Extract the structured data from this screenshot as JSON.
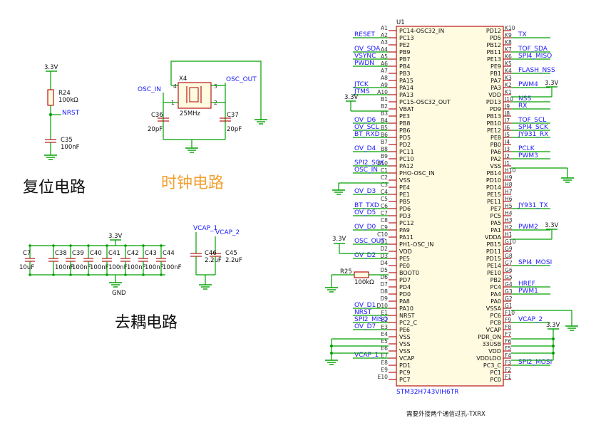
{
  "sections": {
    "reset": "复位电路",
    "clock": "时钟电路",
    "decoupling": "去耦电路",
    "note": "需要外接两个通信过孔-TXRX"
  },
  "colors": {
    "wire": "#00a000",
    "part": "#b00000",
    "net": "#1a1aff",
    "clock_title": "#f0a030"
  },
  "reset_circuit": {
    "supply": "3.3V",
    "resistor_ref": "R24",
    "resistor_val": "100kΩ",
    "net": "NRST",
    "cap_ref": "C35",
    "cap_val": "100nF"
  },
  "clock_circuit": {
    "osc_in": "OSC_IN",
    "osc_out": "OSC_OUT",
    "crystal_ref": "X4",
    "crystal_val": "25MHz",
    "pin1": "1",
    "pin2": "2",
    "pin3": "3",
    "pin4": "4",
    "c1_ref": "C36",
    "c1_val": "20pF",
    "c2_ref": "C37",
    "c2_val": "20pF"
  },
  "decoupling_circuit": {
    "supply": "3.3V",
    "gnd": "GND",
    "caps": [
      {
        "ref": "C7",
        "val": "10uF"
      },
      {
        "ref": "C38",
        "val": "100nF"
      },
      {
        "ref": "C39",
        "val": "100nF"
      },
      {
        "ref": "C40",
        "val": "100nF"
      },
      {
        "ref": "C41",
        "val": "100nF"
      },
      {
        "ref": "C42",
        "val": "100nF"
      },
      {
        "ref": "C43",
        "val": "100nF"
      },
      {
        "ref": "C44",
        "val": "100nF"
      }
    ],
    "vcap1": "VCAP_1",
    "vcap2": "VCAP_2",
    "c46_ref": "C46",
    "c46_val": "2.2uF",
    "c45_ref": "C45",
    "c45_val": "2.2uF"
  },
  "mcu": {
    "ref": "U1",
    "part": "STM32H743VIH6TR",
    "left_pins": [
      {
        "num": "A1",
        "name": "PC14-OSC32_IN",
        "net": ""
      },
      {
        "num": "A2",
        "name": "PC13",
        "net": "RESET"
      },
      {
        "num": "A3",
        "name": "PE2",
        "net": ""
      },
      {
        "num": "A4",
        "name": "PB9",
        "net": "OV_SDA"
      },
      {
        "num": "A5",
        "name": "PB7",
        "net": "VSYNC"
      },
      {
        "num": "A6",
        "name": "PB4",
        "net": "PWDN"
      },
      {
        "num": "A7",
        "name": "PB3",
        "net": ""
      },
      {
        "num": "A8",
        "name": "PA15",
        "net": ""
      },
      {
        "num": "A9",
        "name": "PA14",
        "net": "JTCK"
      },
      {
        "num": "A10",
        "name": "PA13",
        "net": "JTMS"
      },
      {
        "num": "B1",
        "name": "PC15-OSC32_OUT",
        "net": ""
      },
      {
        "num": "B2",
        "name": "VBAT",
        "net": ""
      },
      {
        "num": "B3",
        "name": "PE3",
        "net": ""
      },
      {
        "num": "B4",
        "name": "PB8",
        "net": "OV_D6"
      },
      {
        "num": "B5",
        "name": "PB6",
        "net": "OV_SCL"
      },
      {
        "num": "B6",
        "name": "PD5",
        "net": "BT_RXD"
      },
      {
        "num": "B7",
        "name": "PD2",
        "net": ""
      },
      {
        "num": "B8",
        "name": "PC11",
        "net": "OV_D4"
      },
      {
        "num": "B9",
        "name": "PC10",
        "net": ""
      },
      {
        "num": "B10",
        "name": "PA12",
        "net": "SPI2_SCK"
      },
      {
        "num": "C1",
        "name": "PHO-OSC_IN",
        "net": "OSC_IN"
      },
      {
        "num": "C2",
        "name": "VSS",
        "net": ""
      },
      {
        "num": "C3",
        "name": "PE4",
        "net": ""
      },
      {
        "num": "C4",
        "name": "PE1",
        "net": "OV_D3"
      },
      {
        "num": "C5",
        "name": "PB5",
        "net": ""
      },
      {
        "num": "C6",
        "name": "PD6",
        "net": "BT_TXD"
      },
      {
        "num": "C7",
        "name": "PD3",
        "net": "OV_D5"
      },
      {
        "num": "C8",
        "name": "PC12",
        "net": ""
      },
      {
        "num": "C9",
        "name": "PA9",
        "net": "OV_D0"
      },
      {
        "num": "C10",
        "name": "PA11",
        "net": ""
      },
      {
        "num": "D1",
        "name": "PH1-OSC_IN",
        "net": "OSC_OUT"
      },
      {
        "num": "D2",
        "name": "VDD",
        "net": ""
      },
      {
        "num": "D3",
        "name": "PE5",
        "net": "OV_D2"
      },
      {
        "num": "D4",
        "name": "PE0",
        "net": ""
      },
      {
        "num": "D5",
        "name": "BOOT0",
        "net": ""
      },
      {
        "num": "D6",
        "name": "PD7",
        "net": ""
      },
      {
        "num": "D7",
        "name": "PD4",
        "net": ""
      },
      {
        "num": "D8",
        "name": "PD0",
        "net": ""
      },
      {
        "num": "D9",
        "name": "PA8",
        "net": ""
      },
      {
        "num": "D10",
        "name": "PA10",
        "net": "OV_D1"
      },
      {
        "num": "E1",
        "name": "NRST",
        "net": "NRST"
      },
      {
        "num": "E2",
        "name": "PC2_C",
        "net": "SPI2_MISO"
      },
      {
        "num": "E3",
        "name": "PE6",
        "net": "OV_D7"
      },
      {
        "num": "E4",
        "name": "VSS",
        "net": ""
      },
      {
        "num": "E5",
        "name": "VSS",
        "net": ""
      },
      {
        "num": "E6",
        "name": "VSS",
        "net": ""
      },
      {
        "num": "E7",
        "name": "VCAP",
        "net": "VCAP_1"
      },
      {
        "num": "E8",
        "name": "PD1",
        "net": ""
      },
      {
        "num": "E9",
        "name": "PC9",
        "net": ""
      },
      {
        "num": "E10",
        "name": "PC7",
        "net": ""
      }
    ],
    "right_pins": [
      {
        "num": "K10",
        "name": "PD12",
        "net": ""
      },
      {
        "num": "K9",
        "name": "PD5",
        "net": "TX"
      },
      {
        "num": "K8",
        "name": "PB12",
        "net": ""
      },
      {
        "num": "K7",
        "name": "PB11",
        "net": "TOF_SDA"
      },
      {
        "num": "K6",
        "name": "PE13",
        "net": "SPI4_MISO"
      },
      {
        "num": "K5",
        "name": "PE9",
        "net": ""
      },
      {
        "num": "K4",
        "name": "PB1",
        "net": "FLASH_NSS"
      },
      {
        "num": "K3",
        "name": "PA7",
        "net": ""
      },
      {
        "num": "K2",
        "name": "PA3",
        "net": "PWM4"
      },
      {
        "num": "K1",
        "name": "VDD",
        "net": ""
      },
      {
        "num": "J10",
        "name": "PD13",
        "net": "NSS"
      },
      {
        "num": "J9",
        "name": "PD9",
        "net": "RX"
      },
      {
        "num": "J8",
        "name": "PB13",
        "net": ""
      },
      {
        "num": "J7",
        "name": "PB10",
        "net": "TOF_SCL"
      },
      {
        "num": "J6",
        "name": "PE12",
        "net": "SPI4_SCK"
      },
      {
        "num": "J5",
        "name": "PE8",
        "net": "JY931_RX"
      },
      {
        "num": "J4",
        "name": "PB0",
        "net": ""
      },
      {
        "num": "J3",
        "name": "PA6",
        "net": "PCLK"
      },
      {
        "num": "J2",
        "name": "PA2",
        "net": "PWM3"
      },
      {
        "num": "J1",
        "name": "VSS",
        "net": ""
      },
      {
        "num": "H10",
        "name": "PB14",
        "net": ""
      },
      {
        "num": "H9",
        "name": "PD10",
        "net": ""
      },
      {
        "num": "H8",
        "name": "PD14",
        "net": ""
      },
      {
        "num": "H7",
        "name": "PE15",
        "net": ""
      },
      {
        "num": "H6",
        "name": "PE11",
        "net": ""
      },
      {
        "num": "H5",
        "name": "PE7",
        "net": "JY931_TX"
      },
      {
        "num": "H4",
        "name": "PC5",
        "net": ""
      },
      {
        "num": "H3",
        "name": "PA5",
        "net": ""
      },
      {
        "num": "H2",
        "name": "PA1",
        "net": "PWM2"
      },
      {
        "num": "H1",
        "name": "VDDA",
        "net": ""
      },
      {
        "num": "G10",
        "name": "PB15",
        "net": ""
      },
      {
        "num": "G9",
        "name": "PD11",
        "net": ""
      },
      {
        "num": "G8",
        "name": "PD15",
        "net": ""
      },
      {
        "num": "G7",
        "name": "PE14",
        "net": "SPI4_MOSI"
      },
      {
        "num": "G6",
        "name": "PE10",
        "net": ""
      },
      {
        "num": "G5",
        "name": "PB2",
        "net": ""
      },
      {
        "num": "G4",
        "name": "PC4",
        "net": "HREF"
      },
      {
        "num": "G3",
        "name": "PA4",
        "net": "PWM1"
      },
      {
        "num": "G2",
        "name": "PA0",
        "net": ""
      },
      {
        "num": "G1",
        "name": "VSSA",
        "net": ""
      },
      {
        "num": "F10",
        "name": "PC6",
        "net": ""
      },
      {
        "num": "F9",
        "name": "PC8",
        "net": "VCAP_2"
      },
      {
        "num": "F8",
        "name": "VCAP",
        "net": ""
      },
      {
        "num": "F7",
        "name": "PDR_ON",
        "net": ""
      },
      {
        "num": "F6",
        "name": "33USB",
        "net": ""
      },
      {
        "num": "F5",
        "name": "VDD",
        "net": ""
      },
      {
        "num": "F4",
        "name": "VDDLDO",
        "net": ""
      },
      {
        "num": "F3",
        "name": "PC3_C",
        "net": "SPI2_MOSI"
      },
      {
        "num": "F2",
        "name": "PC1",
        "net": ""
      },
      {
        "num": "F1",
        "name": "PC0",
        "net": ""
      }
    ],
    "supply_left": "3.3V",
    "supply_right_1": "3.3V",
    "supply_right_2": "3.3V",
    "supply_right_3": "3.3V",
    "supply_left_2": "3.3V",
    "boot_res_ref": "R25",
    "boot_res_val": "100kΩ"
  }
}
